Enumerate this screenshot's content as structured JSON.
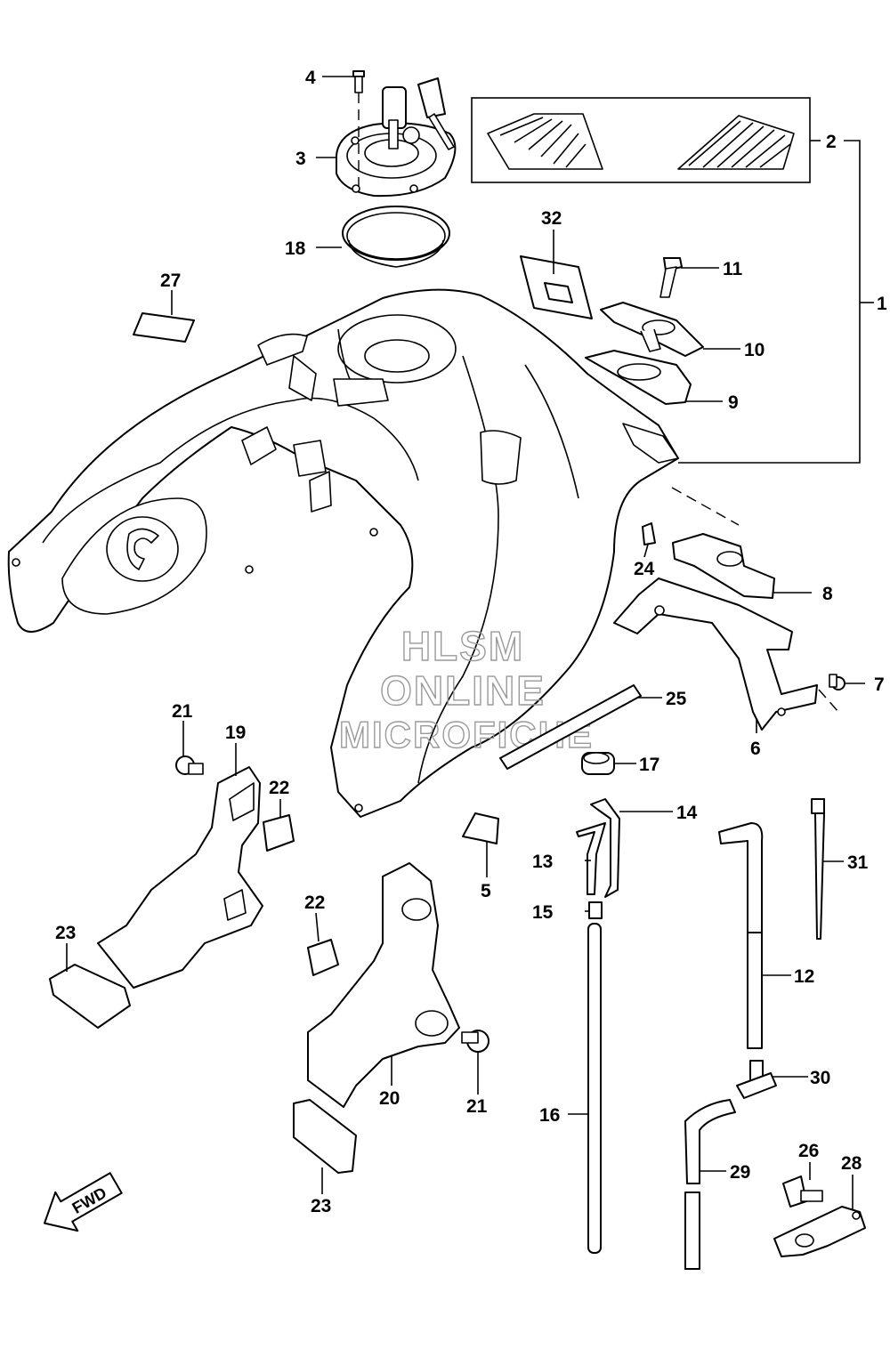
{
  "watermark": [
    "HLSM",
    "ONLINE",
    "MICROFICHE"
  ],
  "direction_label": "FWD",
  "callouts": {
    "c1": "1",
    "c2": "2",
    "c3": "3",
    "c4": "4",
    "c5": "5",
    "c6": "6",
    "c7": "7",
    "c8": "8",
    "c9": "9",
    "c10": "10",
    "c11": "11",
    "c12": "12",
    "c13": "13",
    "c14": "14",
    "c15": "15",
    "c16": "16",
    "c17": "17",
    "c18": "18",
    "c19": "19",
    "c20": "20",
    "c21a": "21",
    "c21b": "21",
    "c22a": "22",
    "c22b": "22",
    "c23a": "23",
    "c23b": "23",
    "c24": "24",
    "c25": "25",
    "c26": "26",
    "c27": "27",
    "c28": "28",
    "c29": "29",
    "c30": "30",
    "c31": "31",
    "c32": "32"
  }
}
